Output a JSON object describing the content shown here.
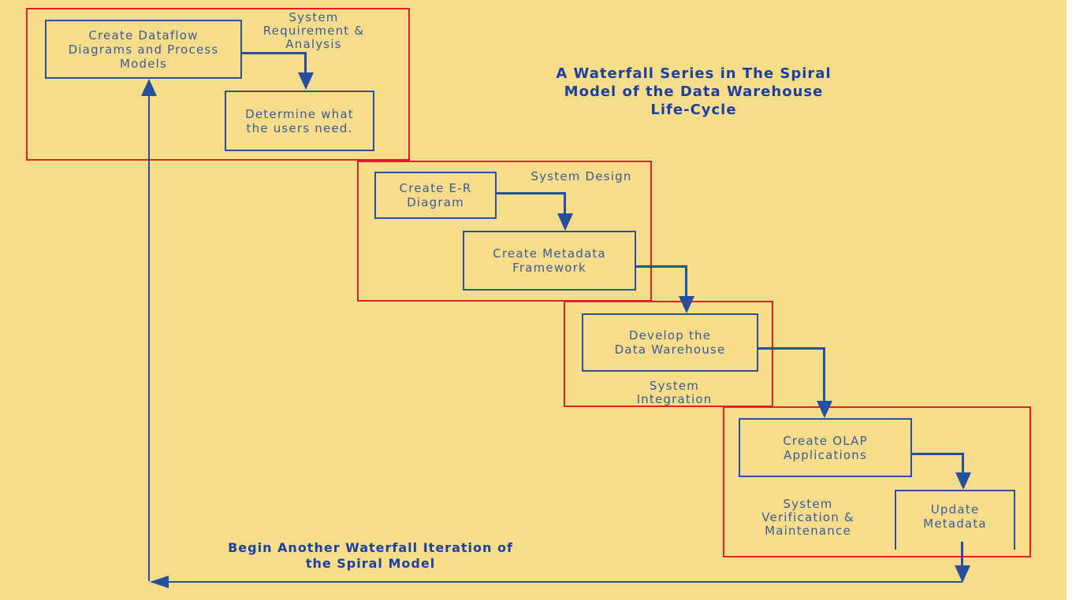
{
  "title": {
    "lines": [
      "A Waterfall Series in The Spiral",
      "Model of the Data Warehouse",
      "Life-Cycle"
    ]
  },
  "caption": {
    "lines": [
      "Begin Another Waterfall Iteration of",
      "the Spiral Model"
    ]
  },
  "phases": [
    {
      "name": "System Requirement & Analysis",
      "label_lines": [
        "System",
        "Requirement &",
        "Analysis"
      ]
    },
    {
      "name": "System Design",
      "label_lines": [
        "System Design"
      ]
    },
    {
      "name": "System Integration",
      "label_lines": [
        "System",
        "Integration"
      ]
    },
    {
      "name": "System Verification & Maintenance",
      "label_lines": [
        "System",
        "Verification &",
        "Maintenance"
      ]
    }
  ],
  "boxes": [
    {
      "id": "create-dataflow",
      "lines": [
        "Create Dataflow",
        "Diagrams and Process",
        "Models"
      ]
    },
    {
      "id": "determine-needs",
      "lines": [
        "Determine what",
        "the users need."
      ]
    },
    {
      "id": "create-er-diagram",
      "lines": [
        "Create E-R",
        "Diagram"
      ]
    },
    {
      "id": "create-metadata-framework",
      "lines": [
        "Create Metadata",
        "Framework"
      ]
    },
    {
      "id": "develop-data-warehouse",
      "lines": [
        "Develop the",
        "Data Warehouse"
      ]
    },
    {
      "id": "create-olap-applications",
      "lines": [
        "Create OLAP",
        "Applications"
      ]
    },
    {
      "id": "update-metadata",
      "lines": [
        "Update",
        "Metadata"
      ]
    }
  ],
  "colors": {
    "background": "#f5dd8c",
    "group_border": "#dd2127",
    "box_border": "#2d5197",
    "connector": "#24509d",
    "box_text": "#3f5a95",
    "heading_text": "#1c3fa0",
    "right_margin": "#ffffff"
  }
}
